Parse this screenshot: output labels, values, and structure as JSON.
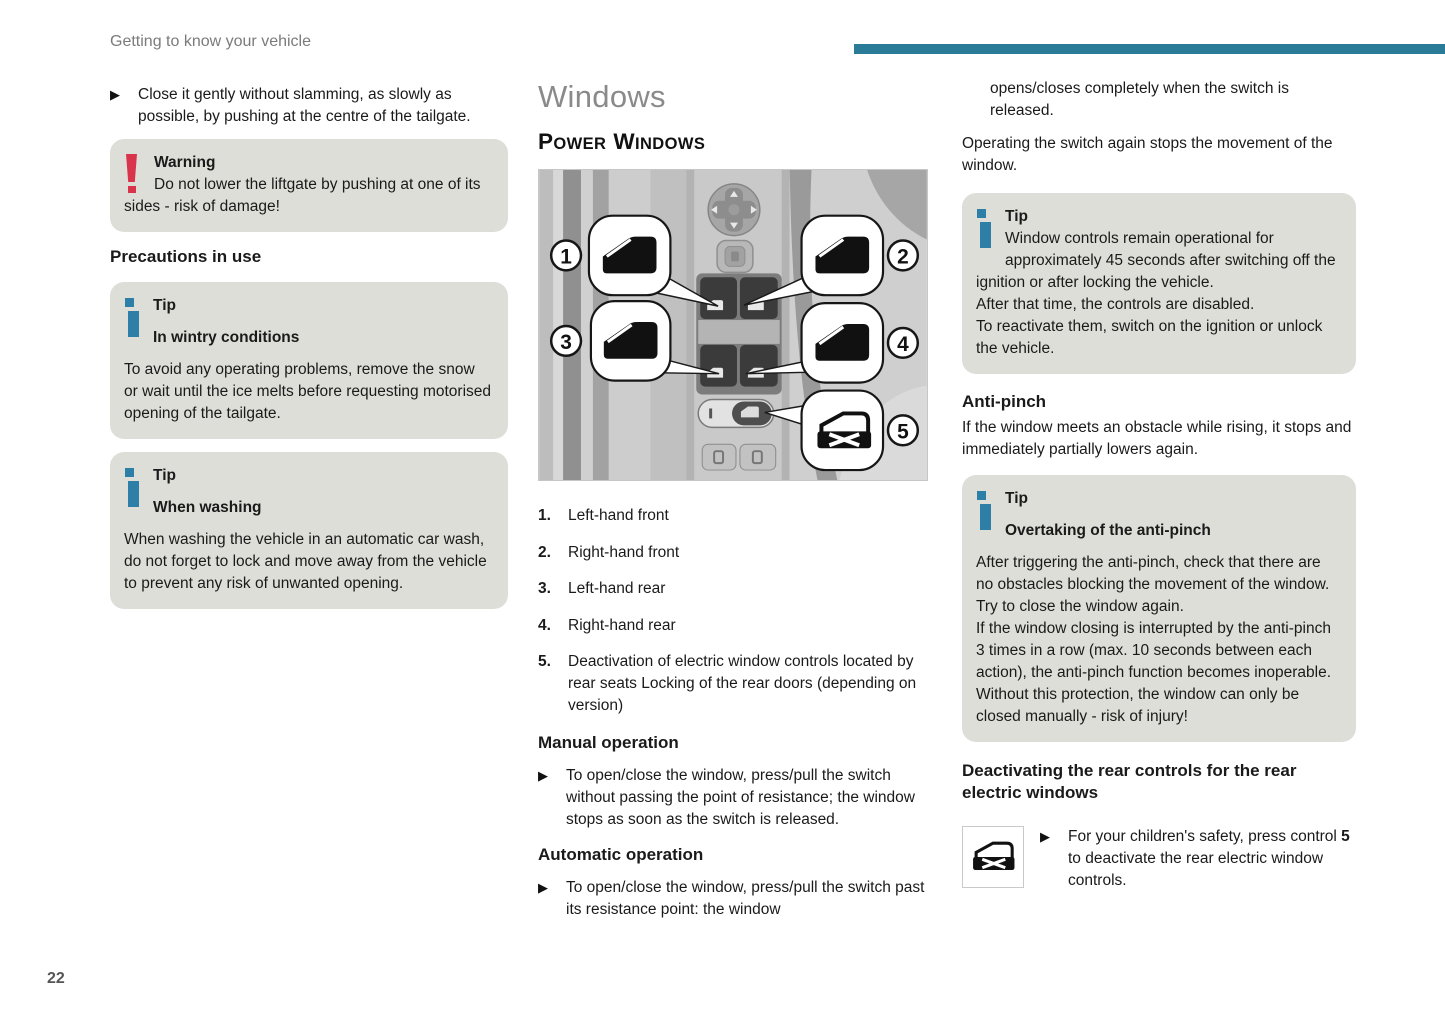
{
  "page": {
    "header": "Getting to know your vehicle",
    "number": "22"
  },
  "colors": {
    "accent_teal": "#2a7b97",
    "info_blue": "#2e7fa8",
    "warning_red": "#d8354c",
    "note_box_bg": "#deded9"
  },
  "left_column": {
    "bullet": "Close it gently without slamming, as slowly as possible, by pushing at the centre of the tailgate.",
    "warning_box": {
      "title": "Warning",
      "body": "Do not lower the liftgate by pushing at one of its sides - risk of damage!"
    },
    "section_heading": "Precautions in use",
    "tip_wintry": {
      "label": "Tip",
      "subheading": "In wintry conditions",
      "body": "To avoid any operating problems, remove the snow or wait until the ice melts before requesting motorised opening of the tailgate."
    },
    "tip_washing": {
      "label": "Tip",
      "subheading": "When washing",
      "body": "When washing the vehicle in an automatic car wash, do not forget to lock and move away from the vehicle to prevent any risk of unwanted opening."
    }
  },
  "middle_column": {
    "title": "Windows",
    "section_heading_words": [
      "Power",
      "Windows"
    ],
    "figure": {
      "description": "Driver's door power window switch panel with numbered callouts",
      "callouts": [
        "1",
        "2",
        "3",
        "4",
        "5"
      ]
    },
    "numbered_list": [
      {
        "num": "1.",
        "text": "Left-hand front"
      },
      {
        "num": "2.",
        "text": "Right-hand front"
      },
      {
        "num": "3.",
        "text": "Left-hand rear"
      },
      {
        "num": "4.",
        "text": "Right-hand rear"
      },
      {
        "num": "5.",
        "text": "Deactivation of electric window controls located by rear seats Locking of the rear doors (depending on version)"
      }
    ],
    "manual_heading": "Manual operation",
    "manual_bullet": "To open/close the window, press/pull the switch without passing the point of resistance; the window stops as soon as the switch is released.",
    "automatic_heading": "Automatic operation",
    "automatic_bullet": "To open/close the window, press/pull the switch past its resistance point: the window"
  },
  "right_column": {
    "continuation": "opens/closes completely when the switch is released.",
    "paragraph": "Operating the switch again stops the movement of the window.",
    "tip_controls": {
      "label": "Tip",
      "paragraphs": [
        "Window controls remain operational for approximately 45 seconds after switching off the ignition or after locking the vehicle.",
        "After that time, the controls are disabled.",
        "To reactivate them, switch on the ignition or unlock the vehicle."
      ]
    },
    "antipinch_heading": "Anti-pinch",
    "antipinch_body": "If the window meets an obstacle while rising, it stops and immediately partially lowers again.",
    "tip_overtaking": {
      "label": "Tip",
      "subheading": "Overtaking of the anti-pinch",
      "paragraphs": [
        "After triggering the anti-pinch, check that there are no obstacles blocking the movement of the window.",
        "Try to close the window again.",
        "If the window closing is interrupted by the anti-pinch 3 times in a row (max. 10 seconds between each action), the anti-pinch function becomes inoperable.",
        "Without this protection, the window can only be closed manually - risk of injury!"
      ]
    },
    "deactivating_heading": "Deactivating the rear controls for the rear electric windows",
    "deactivating_bullet": {
      "prefix": "For your children's safety, press control ",
      "bold": "5",
      "suffix": " to deactivate the rear electric window controls."
    }
  }
}
